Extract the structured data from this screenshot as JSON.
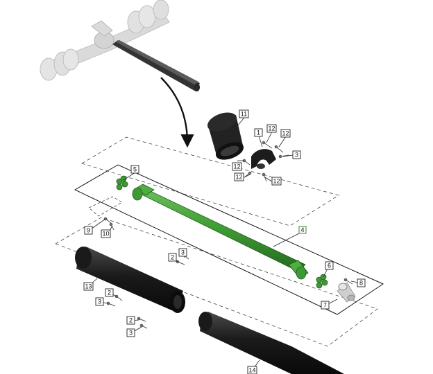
{
  "colors": {
    "background": "#ffffff",
    "highlight_part": "#3e9a34",
    "highlight_part_dark": "#1f5e1a",
    "highlight_callout": "#2f8a28",
    "dark_part": "#1b1b1b",
    "ghost_assembly": "#c8c8c8"
  },
  "callouts": [
    {
      "label": "11"
    },
    {
      "label": "1"
    },
    {
      "label": "12"
    },
    {
      "label": "12"
    },
    {
      "label": "3"
    },
    {
      "label": "12"
    },
    {
      "label": "12"
    },
    {
      "label": "12"
    },
    {
      "label": "5"
    },
    {
      "label": "4",
      "highlighted": true
    },
    {
      "label": "9"
    },
    {
      "label": "10"
    },
    {
      "label": "2"
    },
    {
      "label": "3"
    },
    {
      "label": "6"
    },
    {
      "label": "8"
    },
    {
      "label": "7"
    },
    {
      "label": "13"
    },
    {
      "label": "3"
    },
    {
      "label": "2"
    },
    {
      "label": "2"
    },
    {
      "label": "3"
    },
    {
      "label": "14"
    }
  ]
}
